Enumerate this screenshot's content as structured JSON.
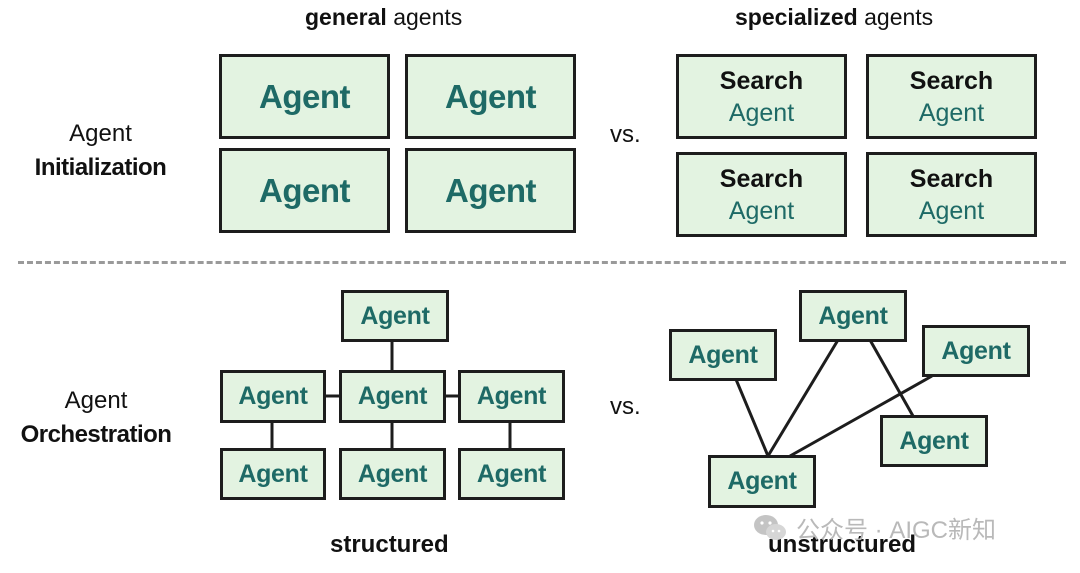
{
  "top": {
    "general_header": {
      "bold": "general",
      "rest": " agents"
    },
    "specialized_header": {
      "bold": "specialized",
      "rest": " agents"
    },
    "row_label": {
      "line1": "Agent",
      "line2": "Initialization"
    },
    "vs": "vs.",
    "general_boxes": [
      "Agent",
      "Agent",
      "Agent",
      "Agent"
    ],
    "specialized_boxes": [
      {
        "line1": "Search",
        "line2": "Agent"
      },
      {
        "line1": "Search",
        "line2": "Agent"
      },
      {
        "line1": "Search",
        "line2": "Agent"
      },
      {
        "line1": "Search",
        "line2": "Agent"
      }
    ]
  },
  "bottom": {
    "row_label": {
      "line1": "Agent",
      "line2": "Orchestration"
    },
    "vs": "vs.",
    "structured_label": "structured",
    "unstructured_label": "unstructured",
    "structured_nodes": [
      "Agent",
      "Agent",
      "Agent",
      "Agent",
      "Agent",
      "Agent",
      "Agent"
    ],
    "unstructured_nodes": [
      "Agent",
      "Agent",
      "Agent",
      "Agent",
      "Agent"
    ]
  },
  "watermark": {
    "text": "公众号 · AIGC新知",
    "icon": "wechat-icon"
  },
  "colors": {
    "box_fill": "#e3f3e1",
    "agent_text": "#1e6a66",
    "border": "#1d1d1d",
    "divider": "#9a9a9a"
  }
}
